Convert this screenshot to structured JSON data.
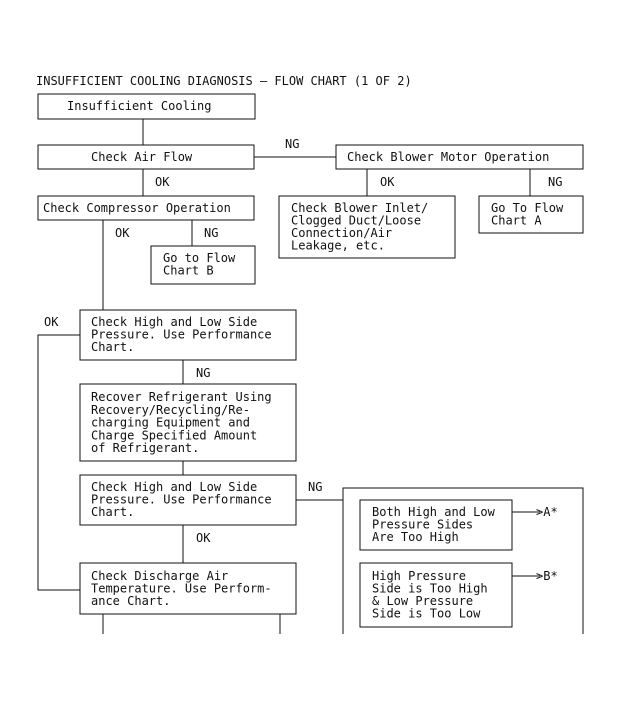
{
  "title": "INSUFFICIENT COOLING DIAGNOSIS – FLOW CHART (1 OF 2)",
  "boxes": {
    "insufficient_cooling": [
      "Insufficient Cooling"
    ],
    "check_air_flow": [
      "Check Air Flow"
    ],
    "check_blower_motor": [
      "Check Blower Motor Operation"
    ],
    "check_compressor": [
      "Check Compressor Operation"
    ],
    "check_blower_inlet": [
      "Check Blower Inlet/",
      "Clogged Duct/Loose",
      "Connection/Air",
      "Leakage, etc."
    ],
    "go_to_flow_a": [
      "Go To Flow",
      "Chart A"
    ],
    "go_to_flow_b": [
      "Go to Flow",
      "Chart B"
    ],
    "check_pressure_1": [
      "Check High and Low Side",
      "Pressure. Use Performance",
      "Chart."
    ],
    "recover_refrigerant": [
      "Recover Refrigerant Using",
      "Recovery/Recycling/Re-",
      "charging Equipment and",
      "Charge Specified Amount",
      "of Refrigerant."
    ],
    "check_pressure_2": [
      "Check High and Low Side",
      "Pressure. Use Performance",
      "Chart."
    ],
    "check_discharge": [
      "Check Discharge Air",
      "Temperature. Use Perform-",
      "ance Chart."
    ],
    "both_high_low": [
      "Both High and Low",
      "Pressure Sides",
      "Are Too High"
    ],
    "high_pressure_side": [
      "High Pressure",
      "Side is Too High",
      "& Low Pressure",
      "Side is Too Low"
    ]
  },
  "labels": {
    "ng_air_flow": "NG",
    "ok_air_flow": "OK",
    "ok_blower_motor": "OK",
    "ng_blower_motor": "NG",
    "ok_compressor": "OK",
    "ng_compressor": "NG",
    "ok_loop": "OK",
    "ng_pressure_1": "NG",
    "ng_pressure_2": "NG",
    "ok_pressure_2": "OK",
    "arrow_a": ">A*",
    "arrow_b": ">B*"
  }
}
